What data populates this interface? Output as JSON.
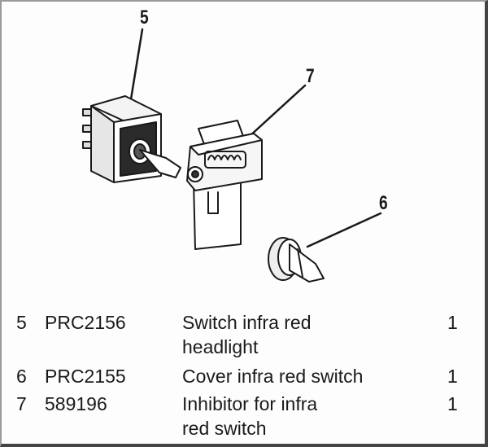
{
  "callouts": {
    "item5": "5",
    "item6": "6",
    "item7": "7"
  },
  "parts": [
    {
      "ref": "5",
      "part_no": "PRC2156",
      "desc_line1": "Switch infra red",
      "desc_line2": "headlight",
      "qty": "1"
    },
    {
      "ref": "6",
      "part_no": "PRC2155",
      "desc_line1": "Cover infra red switch",
      "desc_line2": "",
      "qty": "1"
    },
    {
      "ref": "7",
      "part_no": "589196",
      "desc_line1": "Inhibitor for infra",
      "desc_line2": "red switch",
      "qty": "1"
    }
  ]
}
